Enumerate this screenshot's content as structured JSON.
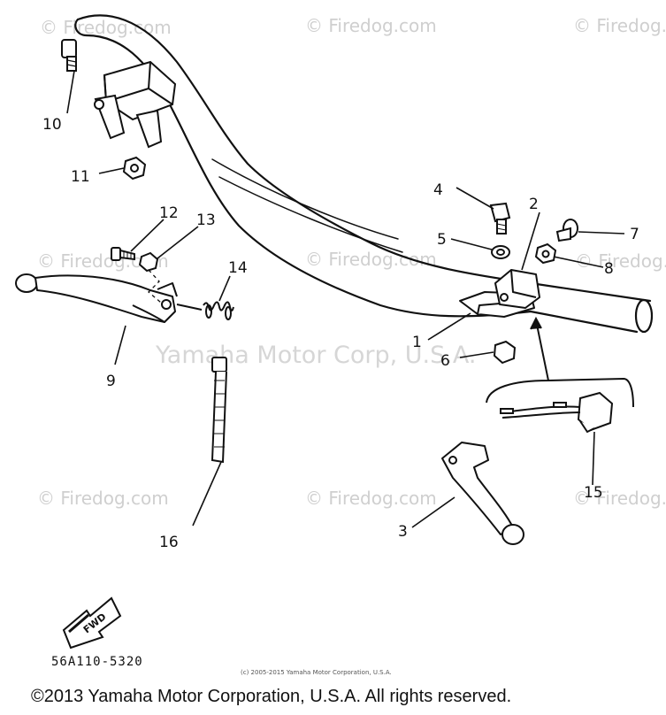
{
  "watermarks": {
    "site": "© Firedog.com",
    "center": "Yamaha Motor Corp, U.S.A."
  },
  "callouts": {
    "c1": "1",
    "c2": "2",
    "c3": "3",
    "c4": "4",
    "c5": "5",
    "c6": "6",
    "c7": "7",
    "c8": "8",
    "c9": "9",
    "c10": "10",
    "c11": "11",
    "c12": "12",
    "c13": "13",
    "c14": "14",
    "c15": "15",
    "c16": "16"
  },
  "fwd_label": "FWD",
  "part_code": "56A110-5320",
  "small_copyright": "(c) 2005-2015 Yamaha Motor Corporation, U.S.A.",
  "footer": "©2013 Yamaha Motor Corporation, U.S.A. All rights reserved.",
  "colors": {
    "line": "#111111",
    "watermark": "#cfcfcf"
  }
}
